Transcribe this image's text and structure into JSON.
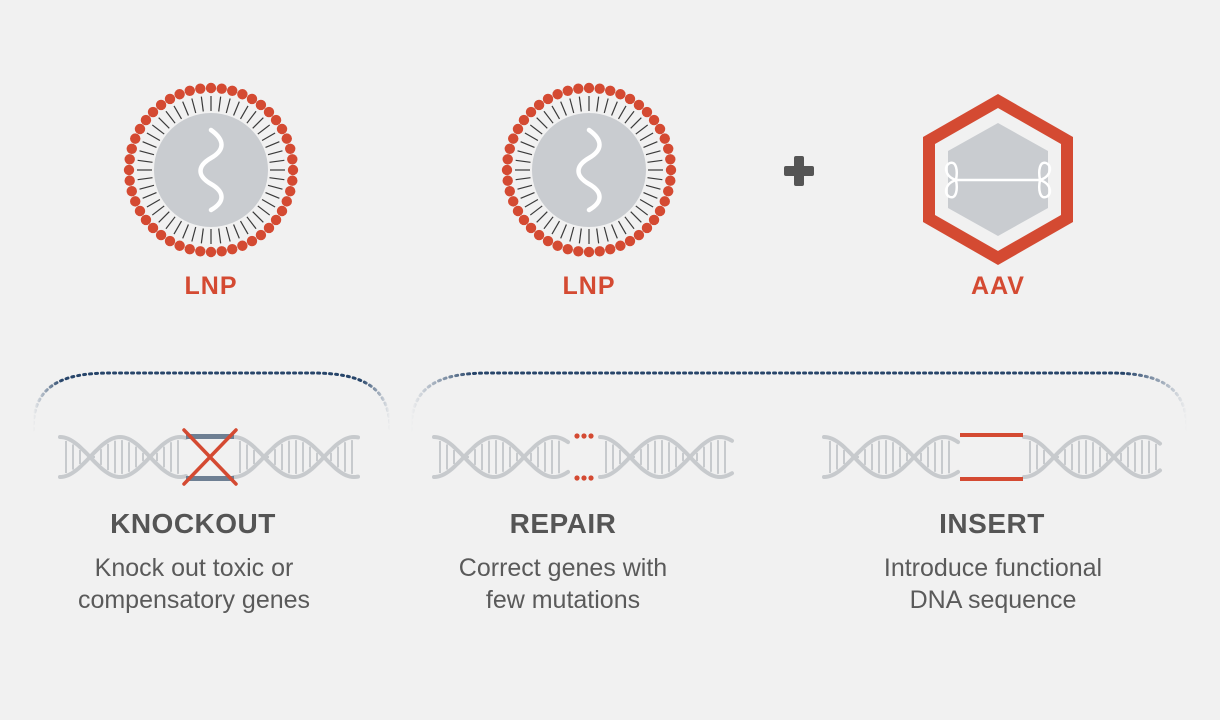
{
  "colors": {
    "background": "#f1f1f1",
    "accent_red": "#d44a32",
    "particle_fill": "#c9ccd0",
    "helix_gray": "#c7cacd",
    "bracket_blue": "#27456a",
    "text_gray": "#555555"
  },
  "vectors": [
    {
      "label": "LNP",
      "icon": "lipid-nanoparticle-icon"
    },
    {
      "label": "LNP",
      "icon": "lipid-nanoparticle-icon"
    },
    {
      "label": "AAV",
      "icon": "aav-capsid-icon"
    }
  ],
  "plus_icon": "plus-icon",
  "approaches": [
    {
      "title": "KNOCKOUT",
      "desc_lines": [
        "Knock out toxic or",
        "compensatory genes"
      ],
      "icon": "dna-knockout-icon"
    },
    {
      "title": "REPAIR",
      "desc_lines": [
        "Correct genes with",
        "few mutations"
      ],
      "icon": "dna-repair-icon"
    },
    {
      "title": "INSERT",
      "desc_lines": [
        "Introduce functional",
        "DNA sequence"
      ],
      "icon": "dna-insert-icon"
    }
  ]
}
